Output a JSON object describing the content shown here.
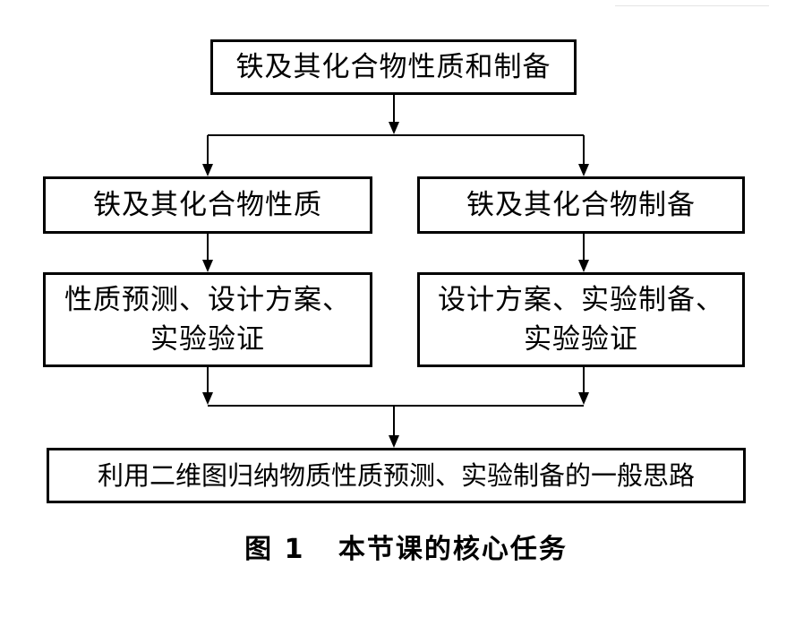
{
  "diagram": {
    "root": "铁及其化合物性质和制备",
    "left_branch": {
      "title": "铁及其化合物性质",
      "detail_line1": "性质预测、设计方案、",
      "detail_line2": "实验验证"
    },
    "right_branch": {
      "title": "铁及其化合物制备",
      "detail_line1": "设计方案、实验制备、",
      "detail_line2": "实验验证"
    },
    "conclusion": "利用二维图归纳物质性质预测、实验制备的一般思路",
    "caption": "图 1   本节课的核心任务"
  }
}
